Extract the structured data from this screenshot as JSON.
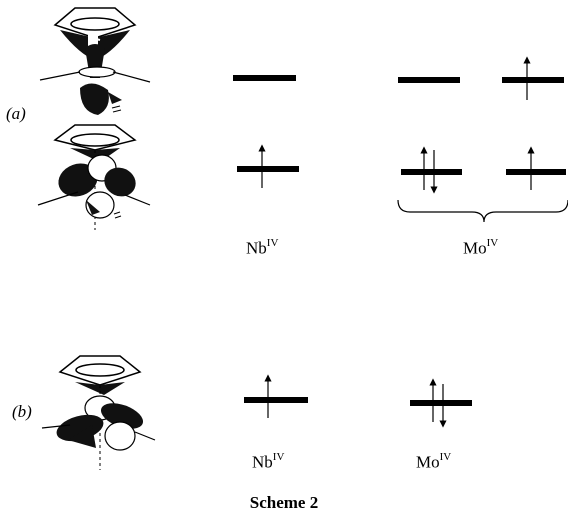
{
  "panel_labels": {
    "a": "(a)",
    "b": "(b)"
  },
  "metals": {
    "nb_base": "Nb",
    "mo_base": "Mo",
    "oxidation": "IV"
  },
  "caption": "Scheme 2"
}
